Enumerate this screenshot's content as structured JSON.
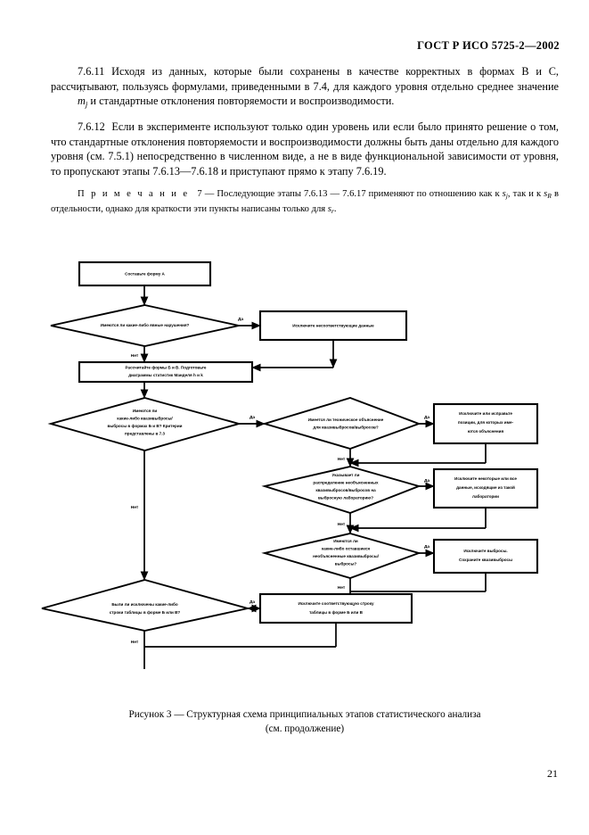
{
  "header": {
    "standard_id": "ГОСТ Р ИСО 5725-2—2002"
  },
  "body": {
    "paragraph_7_6_11_number": "7.6.11",
    "paragraph_7_6_11_part1": "Исходя из данных, которые были сохранены в качестве корректных в формах B и C, рассчитывают, пользуясь формулами, приведенными в 7.4, для каждого уровня отдельно среднее значение ",
    "paragraph_7_6_11_symbol": "m",
    "paragraph_7_6_11_symbol_sub": "j",
    "paragraph_7_6_11_part2": " и стандартные отклонения повторяемости и воспроизводимости.",
    "paragraph_7_6_12_number": "7.6.12",
    "paragraph_7_6_12_text": "Если в эксперименте используют только один уровень или если было принято решение о том, что стандартные отклонения повторяемости и воспроизводимости должны быть даны отдельно для каждого уровня (см. 7.5.1) непосредственно в численном виде, а не в виде функциональной зависимости от уровня, то пропускают этапы 7.6.13—7.6.18 и приступают прямо к этапу 7.6.19.",
    "note_label": "П р и м е ч а н и е",
    "note_number": "7",
    "note_part1": "— Последующие этапы 7.6.13 — 7.6.17 применяют по отношению как к ",
    "note_sym_sr": "s",
    "note_sym_sr_sub": "j",
    "note_part2": ", так и к ",
    "note_sym_sR": "s",
    "note_sym_sR_sub": "R",
    "note_part3": " в отдельности, однако для краткости эти пункты написаны только для ",
    "note_sym_last": "s",
    "note_sym_last_sub": "r",
    "note_part4": "."
  },
  "flowchart": {
    "nodes": [
      {
        "id": "start-form-a",
        "type": "process",
        "lines": [
          "Составьте форму А"
        ]
      },
      {
        "id": "obvious-violations",
        "type": "decision",
        "lines": [
          "Имеются ли какие-либо явные нарушения?"
        ]
      },
      {
        "id": "exclude-nonconforming",
        "type": "process",
        "lines": [
          "Исключите несоответствующие данные"
        ]
      },
      {
        "id": "calc-forms-b-c",
        "type": "process",
        "lines": [
          "Рассчитайте формы Б и В. Подготовьте",
          "диаграммы статистик Манделя h и k"
        ]
      },
      {
        "id": "stragglers-outliers",
        "type": "decision",
        "lines": [
          "Имеются ли",
          "какие-либо квазивыбросы/",
          "выбросы в формах Б и В? Критерии",
          "представлены в 7.3"
        ]
      },
      {
        "id": "technical-explanation",
        "type": "decision",
        "lines": [
          "Имеется ли техническое объяснение",
          "для квазивыбросов/выбросов?"
        ]
      },
      {
        "id": "exclude-or-correct",
        "type": "process",
        "lines": [
          "Исключите или исправьте",
          "позиции, для которых име-",
          "ются объяснения"
        ]
      },
      {
        "id": "distribution-points-lab",
        "type": "decision",
        "lines": [
          "Указывает ли",
          "распределение необъясненных",
          "квазивыбросов/выбросов на",
          "выбросную лабораторию?"
        ]
      },
      {
        "id": "exclude-lab-data",
        "type": "process",
        "lines": [
          "Исключите некоторые или все",
          "данные, исходящие из такой",
          "лаборатории"
        ]
      },
      {
        "id": "remaining-unexplained",
        "type": "decision",
        "lines": [
          "Имеются ли",
          "какие-либо оставшиеся",
          "необъясненные квазивыбросы/",
          "выбросы?"
        ]
      },
      {
        "id": "exclude-outliers-keep",
        "type": "process",
        "lines": [
          "Исключите выбросы.",
          "Сохраните квазивыбросы"
        ]
      },
      {
        "id": "rows-excluded",
        "type": "decision",
        "lines": [
          "Были ли исключены какие-либо",
          "строки таблицы в форме Б или В?"
        ]
      },
      {
        "id": "exclude-row",
        "type": "process",
        "lines": [
          "Исключите соответствующую строку",
          "таблицы в форме Б или В"
        ]
      }
    ],
    "edge_labels": {
      "yes": "Да",
      "no": "Нет"
    }
  },
  "caption": {
    "line1": "Рисунок 3 — Структурная схема принципиальных этапов статистического анализа",
    "line2": "(см. продолжение)"
  },
  "page_number": "21"
}
